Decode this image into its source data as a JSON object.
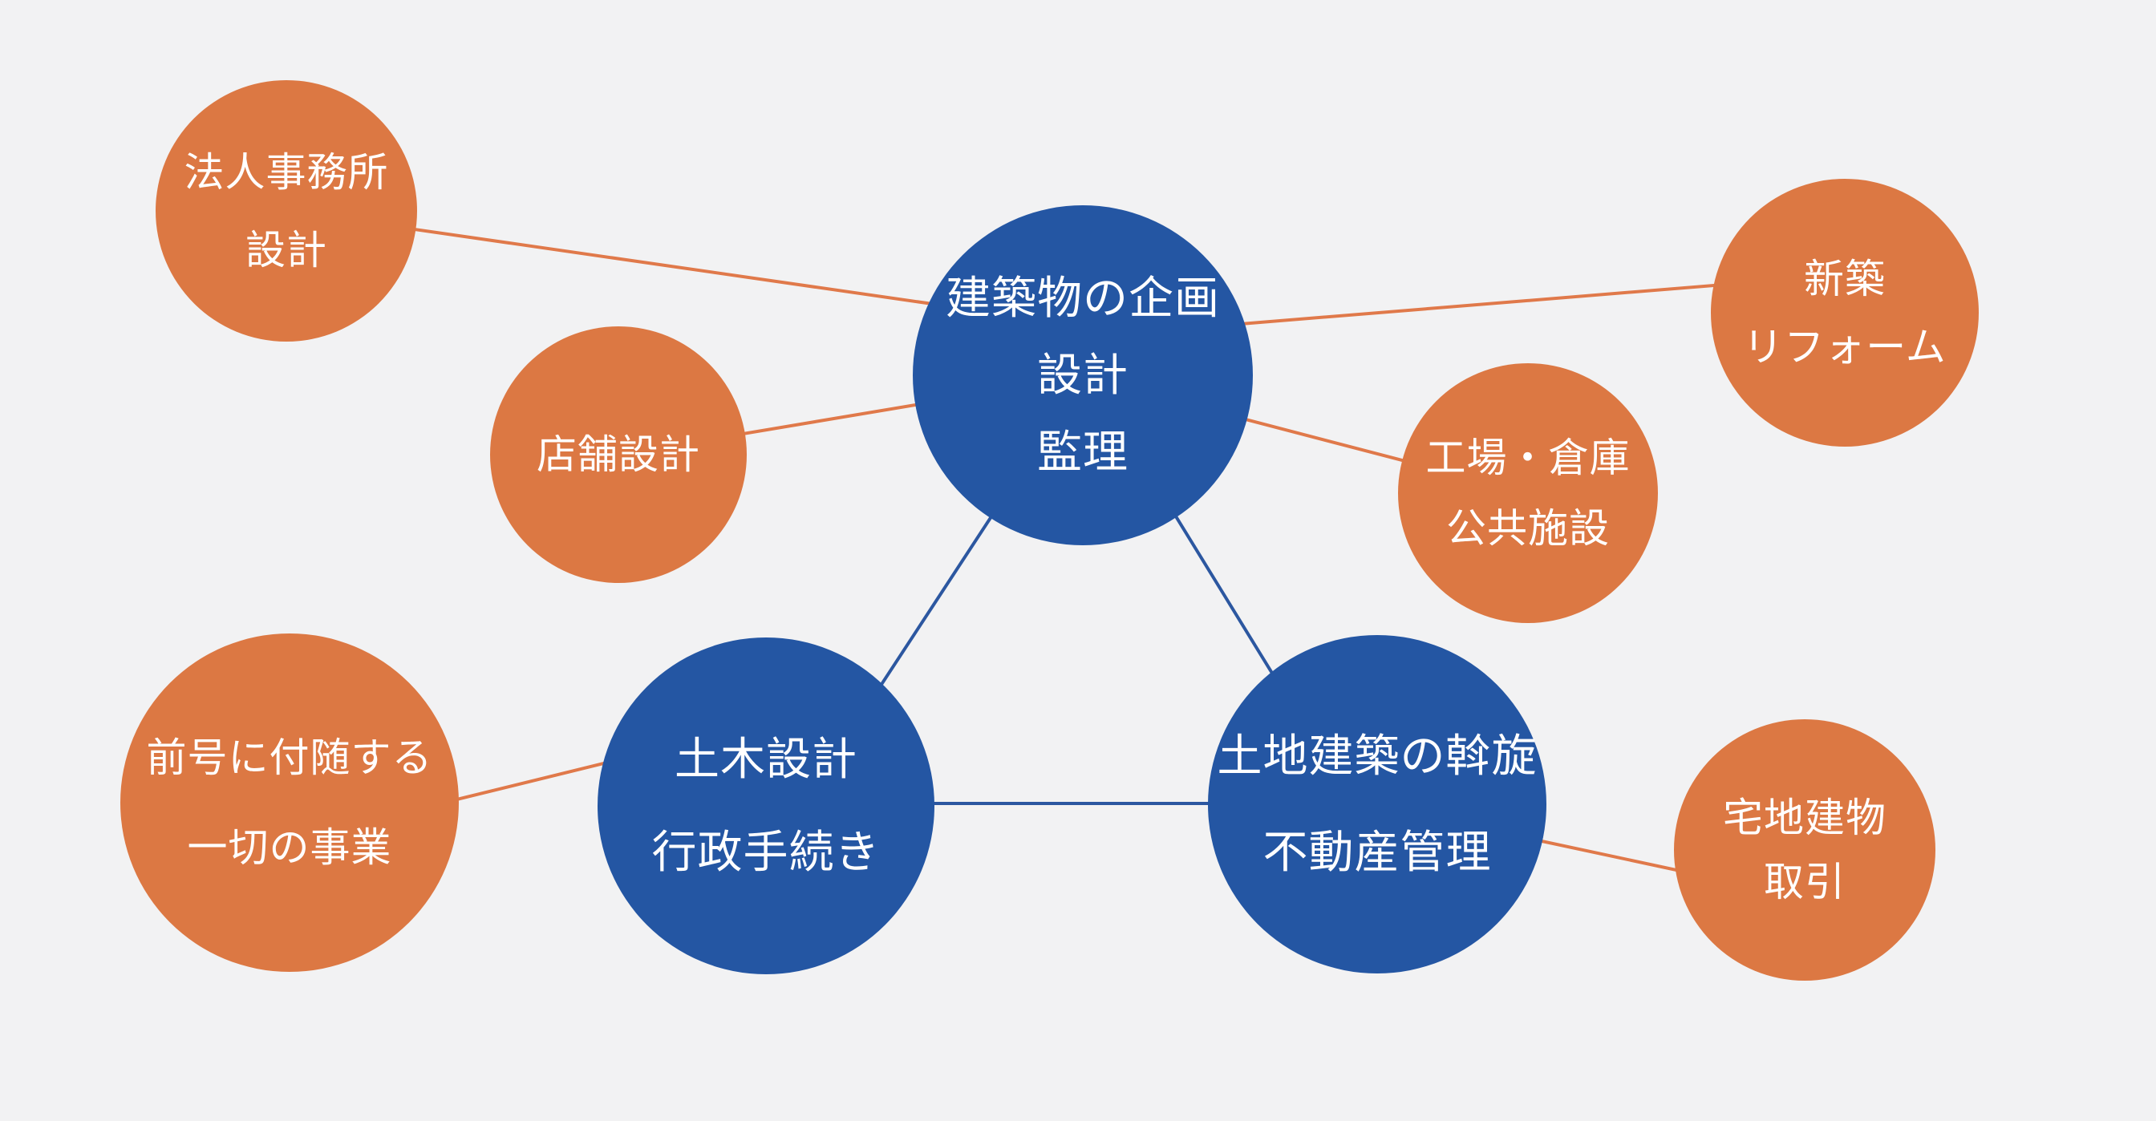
{
  "canvas": {
    "background_color": "#F2F2F3",
    "text_color": "#FFFFFF"
  },
  "colors": {
    "node_orange": "#DC7843",
    "node_blue": "#2456A3",
    "connector_orange": "#E0794A",
    "connector_blue": "#2C57A0"
  },
  "diagram": {
    "nodes": [
      {
        "id": "corporate-office-design",
        "type": "satellite-orange",
        "fill": "#DC7843",
        "lines": [
          "法人事務所",
          "設計"
        ]
      },
      {
        "id": "store-design",
        "type": "satellite-orange",
        "fill": "#DC7843",
        "lines": [
          "店舗設計"
        ]
      },
      {
        "id": "building-planning-design-supervision",
        "type": "core-blue",
        "fill": "#2456A3",
        "lines": [
          "建築物の企画",
          "設計",
          "監理"
        ]
      },
      {
        "id": "new-construction-reform",
        "type": "satellite-orange",
        "fill": "#DC7843",
        "lines": [
          "新築",
          "リフォーム"
        ]
      },
      {
        "id": "factory-warehouse-public-facilities",
        "type": "satellite-orange",
        "fill": "#DC7843",
        "lines": [
          "工場・倉庫",
          "公共施設"
        ]
      },
      {
        "id": "incidental-business",
        "type": "satellite-orange",
        "fill": "#DC7843",
        "lines": [
          "前号に付随する",
          "一切の事業"
        ]
      },
      {
        "id": "civil-design-administrative-procedures",
        "type": "core-blue",
        "fill": "#2456A3",
        "lines": [
          "土木設計",
          "行政手続き"
        ]
      },
      {
        "id": "land-building-brokerage-property-management",
        "type": "core-blue",
        "fill": "#2456A3",
        "lines": [
          "土地建築の斡旋",
          "不動産管理"
        ]
      },
      {
        "id": "residential-land-building-transaction",
        "type": "satellite-orange",
        "fill": "#DC7843",
        "lines": [
          "宅地建物",
          "取引"
        ]
      }
    ],
    "edges": [
      {
        "from": "corporate-office-design",
        "to": "building-planning-design-supervision",
        "color": "#E0794A"
      },
      {
        "from": "store-design",
        "to": "building-planning-design-supervision",
        "color": "#E0794A"
      },
      {
        "from": "building-planning-design-supervision",
        "to": "new-construction-reform",
        "color": "#E0794A"
      },
      {
        "from": "building-planning-design-supervision",
        "to": "factory-warehouse-public-facilities",
        "color": "#E0794A"
      },
      {
        "from": "incidental-business",
        "to": "civil-design-administrative-procedures",
        "color": "#E0794A"
      },
      {
        "from": "land-building-brokerage-property-management",
        "to": "residential-land-building-transaction",
        "color": "#E0794A"
      },
      {
        "from": "building-planning-design-supervision",
        "to": "civil-design-administrative-procedures",
        "color": "#2C57A0"
      },
      {
        "from": "building-planning-design-supervision",
        "to": "land-building-brokerage-property-management",
        "color": "#2C57A0"
      },
      {
        "from": "civil-design-administrative-procedures",
        "to": "land-building-brokerage-property-management",
        "color": "#2C57A0"
      }
    ]
  }
}
